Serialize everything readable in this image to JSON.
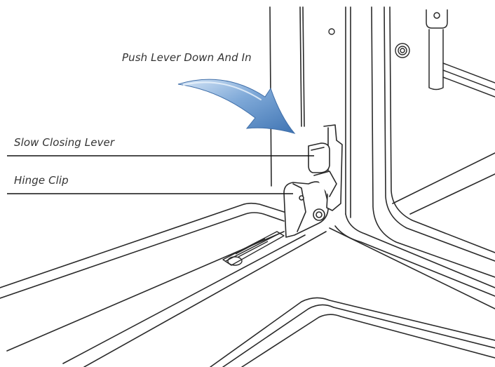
{
  "annotations": {
    "push_instruction": "Push Lever Down And In",
    "slow_closing_lever": "Slow Closing Lever",
    "hinge_clip": "Hinge Clip"
  },
  "colors": {
    "arrow_fill": "#5b8fc9",
    "arrow_highlight": "#b9d2ee",
    "line_art": "#2a2a2a",
    "leader_line": "#111111"
  },
  "icons": {
    "arrow": "curved-arrow-icon"
  }
}
